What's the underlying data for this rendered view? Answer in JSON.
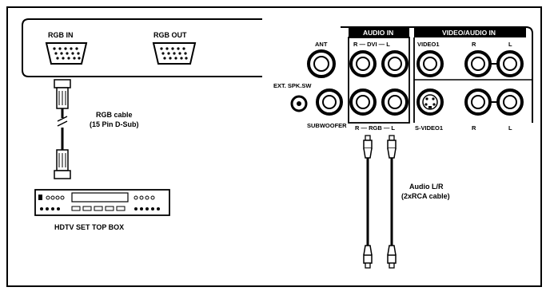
{
  "panel_left": {
    "rgb_in_label": "RGB IN",
    "rgb_out_label": "RGB  OUT"
  },
  "cable_rgb": {
    "line1": "RGB cable",
    "line2": "(15 Pin D-Sub)"
  },
  "device": {
    "label": "HDTV SET TOP BOX"
  },
  "panel_right": {
    "ant_label": "ANT",
    "ext_spk_label": "EXT. SPK.SW",
    "subwoofer_label": "SUBWOOFER",
    "audio_in_header": "AUDIO IN",
    "video_audio_in_header": "VIDEO/AUDIO IN",
    "dvi_row_label": "R — DVI — L",
    "rgb_row_label": "R — RGB — L",
    "video1_label": "VIDEO1",
    "svideo1_label": "S-VIDEO1",
    "r_label_top": "R",
    "l_label_top": "L",
    "r_label_bottom": "R",
    "l_label_bottom": "L"
  },
  "cable_audio": {
    "line1": "Audio L/R",
    "line2": "(2xRCA cable)"
  }
}
